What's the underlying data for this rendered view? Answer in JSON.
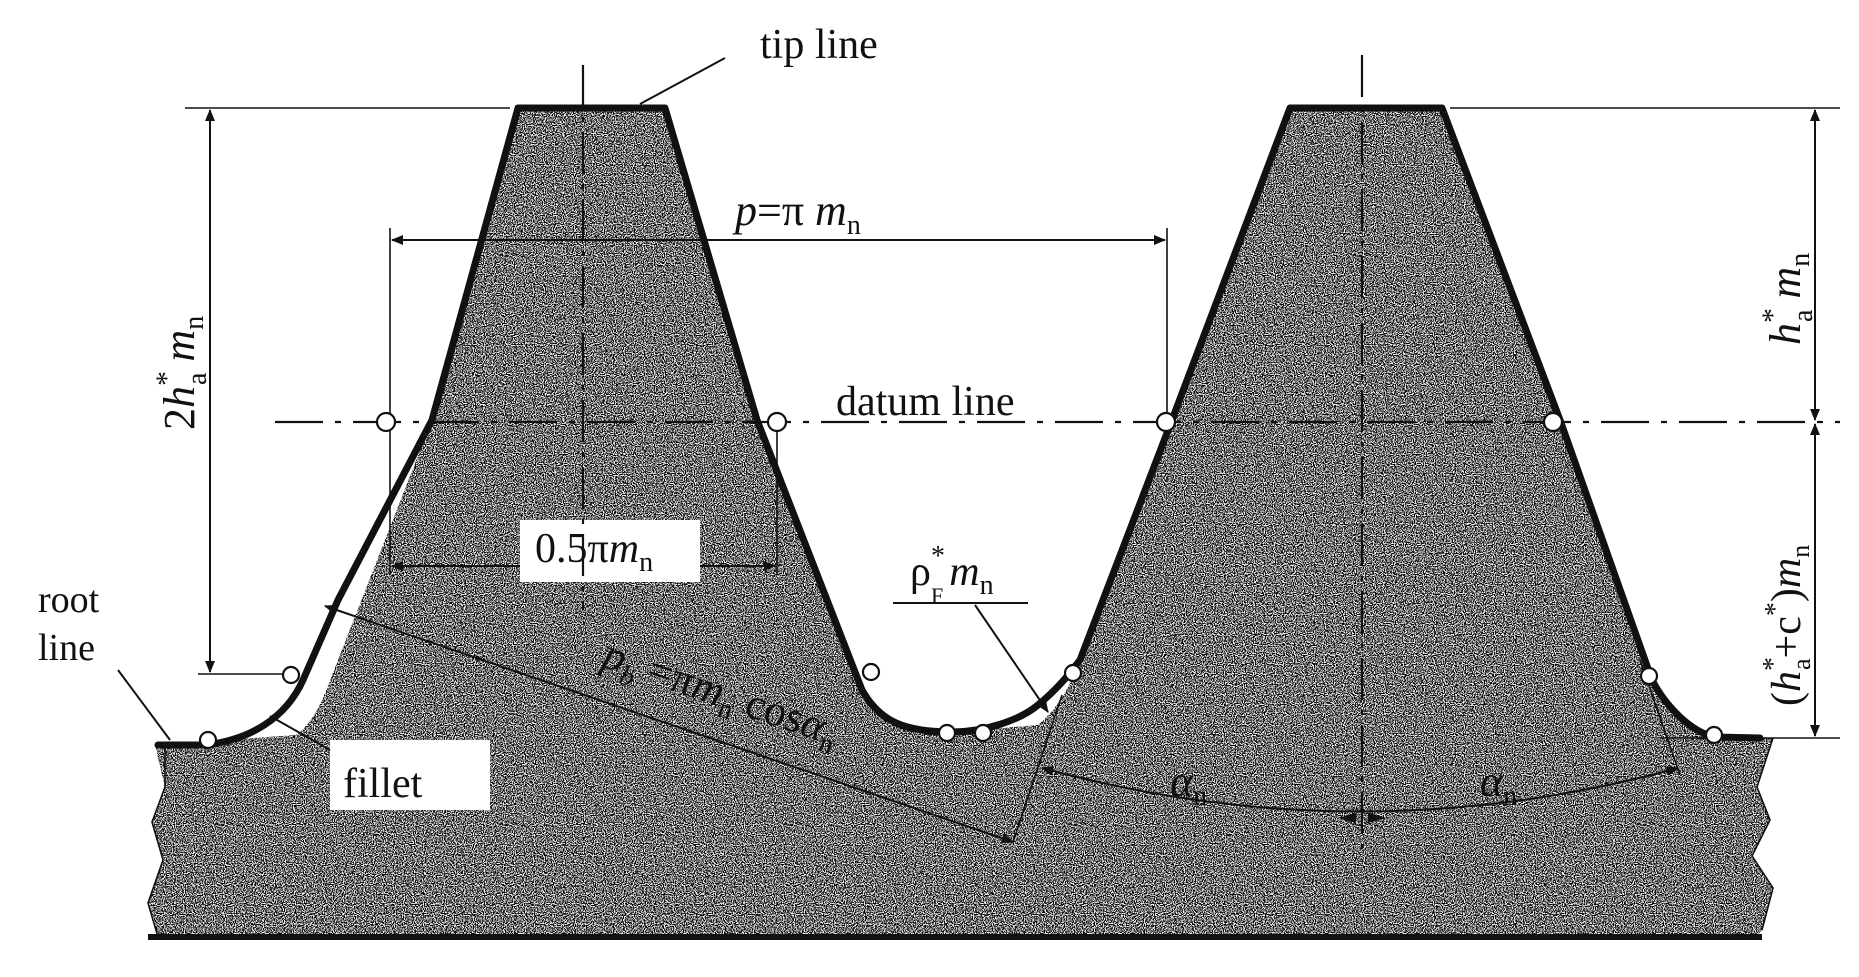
{
  "labels": {
    "tip_line": "tip line",
    "datum_line": "datum line",
    "root_line_1": "root",
    "root_line_2": "line",
    "fillet": "fillet",
    "pitch": {
      "sym": "p",
      "eq": "=π ",
      "m": "m",
      "sub": "n"
    },
    "half_pitch": {
      "pre": "0.5π",
      "m": "m",
      "sub": "n"
    },
    "base_pitch": {
      "p": "p",
      "b": "b",
      "eq": " =π",
      "m": "m",
      "sub": "n",
      "cos": " cos",
      "alpha": "α",
      "asub": "n"
    },
    "rho": {
      "rho": "ρ",
      "star": "*",
      "F": "F",
      "m": "m",
      "sub": "n"
    },
    "alpha_left": {
      "a": "α",
      "sub": "n"
    },
    "alpha_right": {
      "a": "α",
      "sub": "n"
    },
    "total_height": {
      "two": "2",
      "h": "h",
      "star": "*",
      "a": "a",
      "m": " m",
      "sub": "n"
    },
    "addendum": {
      "h": "h",
      "star": "*",
      "a": "a",
      "m": " m",
      "sub": "n"
    },
    "dedendum": {
      "open": "(",
      "h": "h",
      "star": "*",
      "a": "a",
      "plus": "+c",
      "star2": "*",
      "close": ")",
      "m": "m",
      "sub": "n"
    }
  },
  "colors": {
    "ink": "#111111",
    "paper": "#ffffff"
  }
}
